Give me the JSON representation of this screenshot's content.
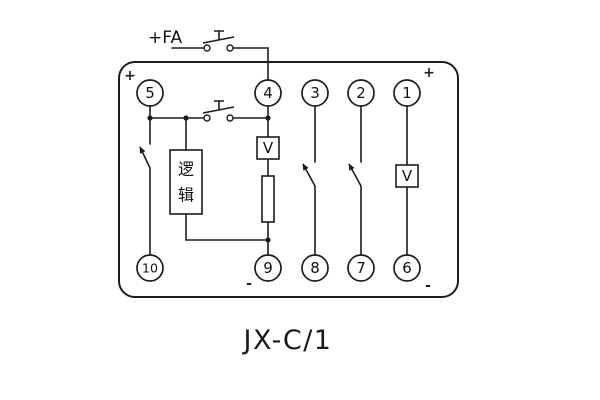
{
  "title": "JX-C/1",
  "labels": {
    "power": "+FA",
    "plus_left": "+",
    "plus_right": "+",
    "minus_9": "-",
    "minus_6": "-"
  },
  "terminals": {
    "t1": "1",
    "t2": "2",
    "t3": "3",
    "t4": "4",
    "t5": "5",
    "t6": "6",
    "t7": "7",
    "t8": "8",
    "t9": "9",
    "t10": "10"
  },
  "components": {
    "logic_char_1": "逻",
    "logic_char_2": "辑",
    "meter_mid": "V",
    "meter_right": "V"
  },
  "colors": {
    "line": "#1d1d1d",
    "background": "#ffffff"
  }
}
